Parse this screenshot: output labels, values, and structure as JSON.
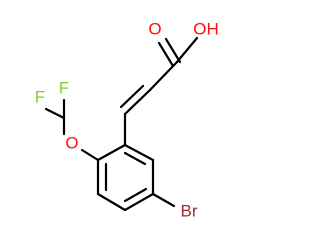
{
  "molecule": {
    "atoms": {
      "oxygen_carbonyl": {
        "symbol": "O",
        "color": "#ff0d0d"
      },
      "hydroxyl": {
        "symbol": "OH",
        "color": "#ff0d0d"
      },
      "oxygen_ether": {
        "symbol": "O",
        "color": "#ff0d0d"
      },
      "fluorine_top": {
        "symbol": "F",
        "color": "#7fcf2b"
      },
      "fluorine_bottom": {
        "symbol": "F",
        "color": "#7fcf2b"
      },
      "bromine": {
        "symbol": "Br",
        "color": "#a52a2a"
      }
    }
  }
}
